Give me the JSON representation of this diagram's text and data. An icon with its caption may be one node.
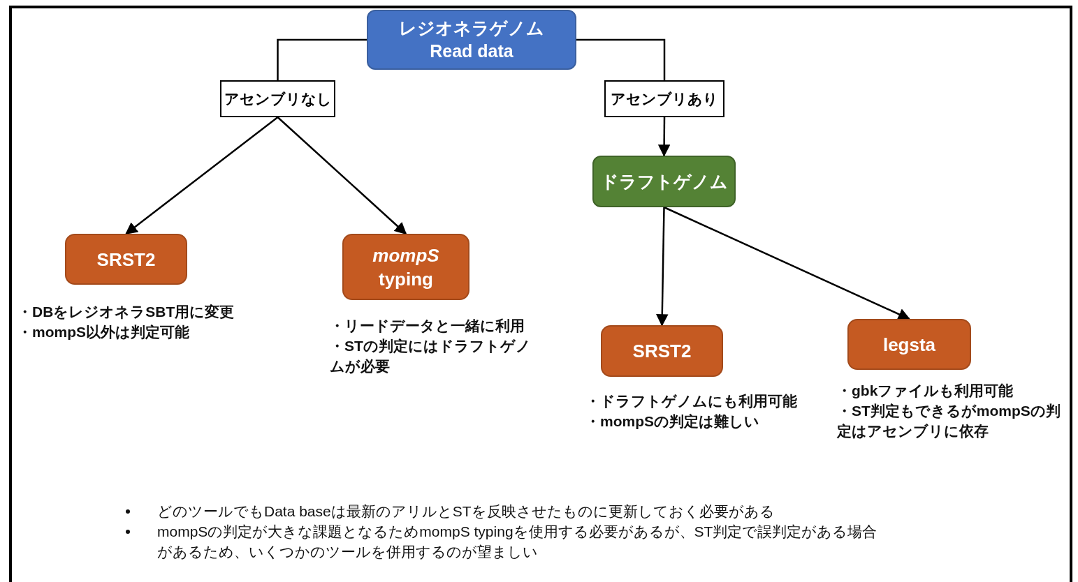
{
  "diagram": {
    "nodes": [
      {
        "text": [
          "レジオネラゲノム",
          "Read data"
        ]
      },
      {
        "text": [
          "アセンブリなし"
        ]
      },
      {
        "text": [
          "アセンブリあり"
        ]
      },
      {
        "text": [
          "SRST2"
        ],
        "beside": [
          "・DBをレジオネラSBT用に変更",
          "・mompS以外は判定可能"
        ]
      },
      {
        "text": [
          "*mompS* typing"
        ],
        "beside": [
          "・リードデータと一緒に利用",
          "・STの判定にはドラフトゲノムが必要"
        ]
      },
      {
        "text": [
          "ドラフトゲノム"
        ]
      },
      {
        "text": [
          "SRST2"
        ],
        "beside": [
          "・ドラフトゲノムにも利用可能",
          "・mompSの判定は難しい"
        ]
      },
      {
        "text": [
          "legsta"
        ],
        "beside": [
          "・gbkファイルも利用可能",
          "・ST判定もできるがmompSの判定はアセンブリに依存"
        ]
      }
    ],
    "edges": [
      {
        "from": 0,
        "to": 1,
        "arrow": "none"
      },
      {
        "from": 0,
        "to": 2,
        "arrow": "none"
      },
      {
        "from": 1,
        "to": 3,
        "arrow": "to"
      },
      {
        "from": 1,
        "to": 4,
        "arrow": "to"
      },
      {
        "from": 2,
        "to": 5,
        "arrow": "to"
      },
      {
        "from": 5,
        "to": 6,
        "arrow": "to"
      },
      {
        "from": 5,
        "to": 7,
        "arrow": "to"
      }
    ],
    "labels": [
      "どのツールでもData baseは最新のアリルとSTを反映させたものに更新しておく必要がある",
      "mompSの判定が大きな課題となるためmompS typingを使用する必要があるが、ST判定で誤判定がある場合があるため、いくつかのツールを併用するのが望ましい"
    ]
  }
}
